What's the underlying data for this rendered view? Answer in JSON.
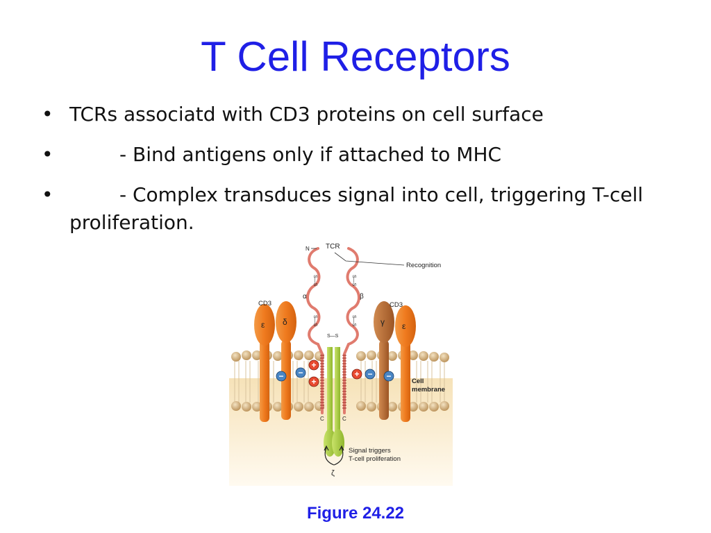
{
  "slide": {
    "title": "T Cell Receptors",
    "bullets": [
      {
        "bullet": "•",
        "indented": false,
        "text": "TCRs associatd with CD3 proteins on cell surface"
      },
      {
        "bullet": "•",
        "indented": true,
        "text": "- Bind antigens only if attached to MHC"
      },
      {
        "bullet": "•",
        "indented": true,
        "text": "- Complex transduces signal into cell, triggering T-cell proliferation."
      }
    ],
    "caption": "Figure 24.22"
  },
  "diagram": {
    "labels": {
      "tcr": "TCR",
      "n_terminus": "N",
      "recognition": "Recognition",
      "cd3_left": "CD3",
      "cd3_right": "CD3",
      "alpha": "α",
      "beta": "β",
      "epsilon": "ε",
      "delta": "δ",
      "gamma": "γ",
      "disulfide": "S—S",
      "c_terminus": "C",
      "cell_membrane_1": "Cell",
      "cell_membrane_2": "membrane",
      "signal_1": "Signal triggers",
      "signal_2": "T-cell proliferation",
      "zeta": "ζ",
      "plus": "+",
      "minus": "−"
    },
    "colors": {
      "title": "#1f1fe6",
      "cd3": "#ef7a1e",
      "cd3_gamma": "#b8682e",
      "tcr_chain": "#e07b6e",
      "zeta": "#a8cc3a",
      "lipid_head": "#cfae7a",
      "cytoplasm": "#f5dca8",
      "positive_charge": "#e8492f",
      "negative_charge": "#4a86c5"
    }
  }
}
